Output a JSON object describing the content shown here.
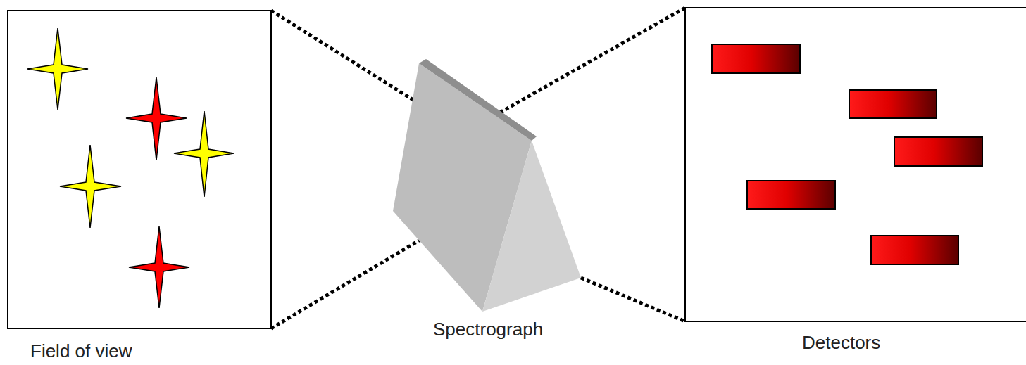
{
  "diagram": {
    "nodes": [
      {
        "text": [
          "Field of view"
        ]
      },
      {
        "text": [
          "Spectrograph"
        ]
      },
      {
        "text": [
          "Detectors"
        ]
      }
    ],
    "edges": [
      {
        "from": 0,
        "to": 1,
        "arrow": "none"
      },
      {
        "from": 0,
        "to": 1,
        "arrow": "none"
      },
      {
        "from": 1,
        "to": 2,
        "arrow": "none"
      },
      {
        "from": 1,
        "to": 2,
        "arrow": "none"
      }
    ]
  }
}
